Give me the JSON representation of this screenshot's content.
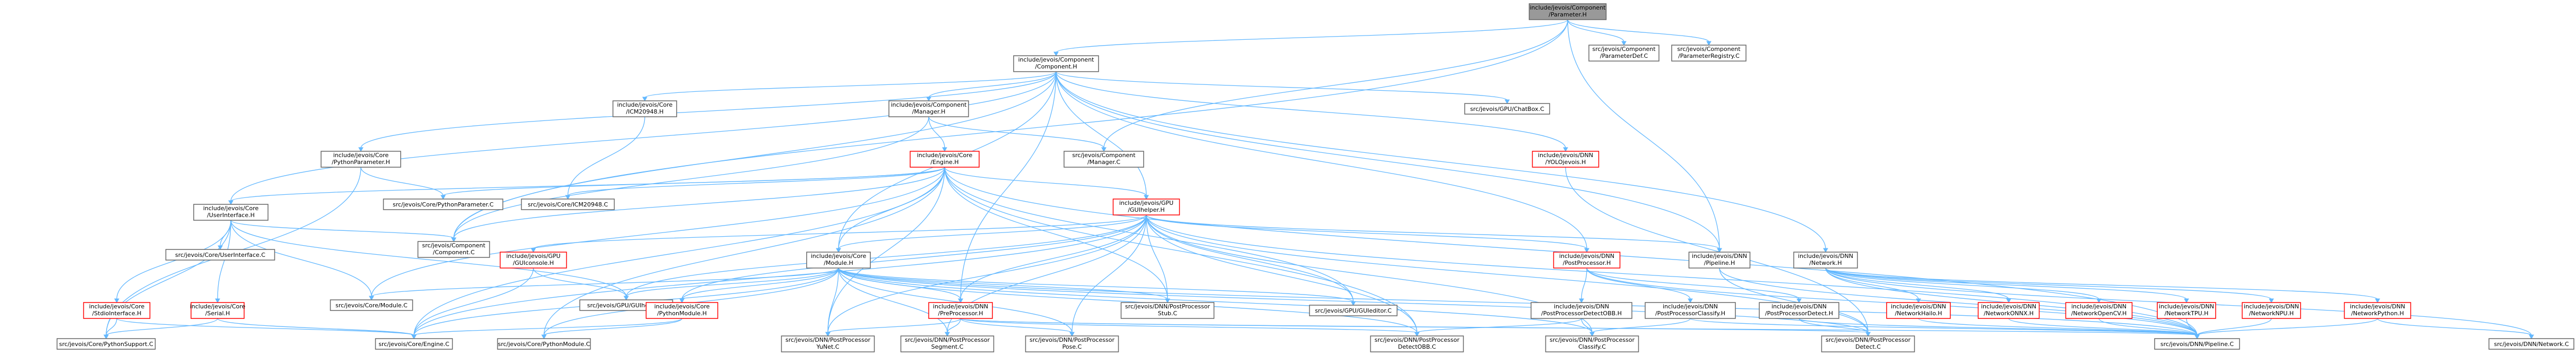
{
  "nodes": [
    {
      "id": "param",
      "lines": [
        "include/jevois/Component",
        "/Parameter.H"
      ],
      "style": "root"
    },
    {
      "id": "paramdef",
      "lines": [
        "src/jevois/Component",
        "/ParameterDef.C"
      ],
      "style": "normal"
    },
    {
      "id": "paramreg",
      "lines": [
        "src/jevois/Component",
        "/ParameterRegistry.C"
      ],
      "style": "normal"
    },
    {
      "id": "component",
      "lines": [
        "include/jevois/Component",
        "/Component.H"
      ],
      "style": "normal"
    },
    {
      "id": "icm",
      "lines": [
        "include/jevois/Core",
        "/ICM20948.H"
      ],
      "style": "normal"
    },
    {
      "id": "manager",
      "lines": [
        "include/jevois/Component",
        "/Manager.H"
      ],
      "style": "normal"
    },
    {
      "id": "chatbox",
      "lines": [
        "src/jevois/GPU/ChatBox.C"
      ],
      "style": "normal"
    },
    {
      "id": "yolo",
      "lines": [
        "include/jevois/DNN",
        "/YOLOjevois.H"
      ],
      "style": "red"
    },
    {
      "id": "network",
      "lines": [
        "include/jevois/DNN",
        "/Network.H"
      ],
      "style": "normal"
    },
    {
      "id": "pyparam",
      "lines": [
        "include/jevois/Core",
        "/PythonParameter.H"
      ],
      "style": "normal"
    },
    {
      "id": "engine",
      "lines": [
        "include/jevois/Core",
        "/Engine.H"
      ],
      "style": "red"
    },
    {
      "id": "managerc",
      "lines": [
        "src/jevois/Component",
        "/Manager.C"
      ],
      "style": "normal"
    },
    {
      "id": "pyparamc",
      "lines": [
        "src/jevois/Core/PythonParameter.C"
      ],
      "style": "normal"
    },
    {
      "id": "icmc",
      "lines": [
        "src/jevois/Core/ICM20948.C"
      ],
      "style": "normal"
    },
    {
      "id": "userif",
      "lines": [
        "include/jevois/Core",
        "/UserInterface.H"
      ],
      "style": "normal"
    },
    {
      "id": "userifc",
      "lines": [
        "src/jevois/Core/UserInterface.C"
      ],
      "style": "normal"
    },
    {
      "id": "componentc",
      "lines": [
        "src/jevois/Component",
        "/Component.C"
      ],
      "style": "normal"
    },
    {
      "id": "guihelper",
      "lines": [
        "include/jevois/GPU",
        "/GUIhelper.H"
      ],
      "style": "red"
    },
    {
      "id": "guiconsole",
      "lines": [
        "include/jevois/GPU",
        "/GUIconsole.H"
      ],
      "style": "red"
    },
    {
      "id": "module",
      "lines": [
        "include/jevois/Core",
        "/Module.H"
      ],
      "style": "normal"
    },
    {
      "id": "postproc",
      "lines": [
        "include/jevois/DNN",
        "/PostProcessor.H"
      ],
      "style": "red"
    },
    {
      "id": "pipelineh",
      "lines": [
        "include/jevois/DNN",
        "/Pipeline.H"
      ],
      "style": "normal"
    },
    {
      "id": "stdioif",
      "lines": [
        "include/jevois/Core",
        "/StdioInterface.H"
      ],
      "style": "red"
    },
    {
      "id": "serial",
      "lines": [
        "include/jevois/Core",
        "/Serial.H"
      ],
      "style": "red"
    },
    {
      "id": "modulec",
      "lines": [
        "src/jevois/Core/Module.C"
      ],
      "style": "normal"
    },
    {
      "id": "guihelperc",
      "lines": [
        "src/jevois/GPU/GUIhelper.C"
      ],
      "style": "normal"
    },
    {
      "id": "pymodule",
      "lines": [
        "include/jevois/Core",
        "/PythonModule.H"
      ],
      "style": "red"
    },
    {
      "id": "preproc",
      "lines": [
        "include/jevois/DNN",
        "/PreProcessor.H"
      ],
      "style": "red"
    },
    {
      "id": "stub",
      "lines": [
        "src/jevois/DNN/PostProcessor",
        "Stub.C"
      ],
      "style": "normal"
    },
    {
      "id": "guieditor",
      "lines": [
        "src/jevois/GPU/GUIeditor.C"
      ],
      "style": "normal"
    },
    {
      "id": "ppdobb",
      "lines": [
        "include/jevois/DNN",
        "/PostProcessorDetectOBB.H"
      ],
      "style": "normal"
    },
    {
      "id": "ppclassify",
      "lines": [
        "include/jevois/DNN",
        "/PostProcessorClassify.H"
      ],
      "style": "normal"
    },
    {
      "id": "ppdetect",
      "lines": [
        "include/jevois/DNN",
        "/PostProcessorDetect.H"
      ],
      "style": "normal"
    },
    {
      "id": "nethailo",
      "lines": [
        "include/jevois/DNN",
        "/NetworkHailo.H"
      ],
      "style": "red"
    },
    {
      "id": "netonnx",
      "lines": [
        "include/jevois/DNN",
        "/NetworkONNX.H"
      ],
      "style": "red"
    },
    {
      "id": "netopencv",
      "lines": [
        "include/jevois/DNN",
        "/NetworkOpenCV.H"
      ],
      "style": "red"
    },
    {
      "id": "nettpu",
      "lines": [
        "include/jevois/DNN",
        "/NetworkTPU.H"
      ],
      "style": "red"
    },
    {
      "id": "netnpu",
      "lines": [
        "include/jevois/DNN",
        "/NetworkNPU.H"
      ],
      "style": "red"
    },
    {
      "id": "netpy",
      "lines": [
        "include/jevois/DNN",
        "/NetworkPython.H"
      ],
      "style": "red"
    },
    {
      "id": "pysupport",
      "lines": [
        "src/jevois/Core/PythonSupport.C"
      ],
      "style": "normal"
    },
    {
      "id": "enginec",
      "lines": [
        "src/jevois/Core/Engine.C"
      ],
      "style": "normal"
    },
    {
      "id": "pymodulec",
      "lines": [
        "src/jevois/Core/PythonModule.C"
      ],
      "style": "normal"
    },
    {
      "id": "yunet",
      "lines": [
        "src/jevois/DNN/PostProcessor",
        "YuNet.C"
      ],
      "style": "normal"
    },
    {
      "id": "segment",
      "lines": [
        "src/jevois/DNN/PostProcessor",
        "Segment.C"
      ],
      "style": "normal"
    },
    {
      "id": "pose",
      "lines": [
        "src/jevois/DNN/PostProcessor",
        "Pose.C"
      ],
      "style": "normal"
    },
    {
      "id": "detectobbc",
      "lines": [
        "src/jevois/DNN/PostProcessor",
        "DetectOBB.C"
      ],
      "style": "normal"
    },
    {
      "id": "classifyc",
      "lines": [
        "src/jevois/DNN/PostProcessor",
        "Classify.C"
      ],
      "style": "normal"
    },
    {
      "id": "detectc",
      "lines": [
        "src/jevois/DNN/PostProcessor",
        "Detect.C"
      ],
      "style": "normal"
    },
    {
      "id": "pipelinec",
      "lines": [
        "src/jevois/DNN/Pipeline.C"
      ],
      "style": "normal"
    },
    {
      "id": "networkc",
      "lines": [
        "src/jevois/DNN/Network.C"
      ],
      "style": "normal"
    }
  ],
  "edges": [
    [
      "param",
      "component"
    ],
    [
      "param",
      "paramdef"
    ],
    [
      "param",
      "paramreg"
    ],
    [
      "param",
      "pipelineh"
    ],
    [
      "param",
      "managerc"
    ],
    [
      "param",
      "componentc"
    ],
    [
      "component",
      "icm"
    ],
    [
      "component",
      "manager"
    ],
    [
      "component",
      "chatbox"
    ],
    [
      "component",
      "yolo"
    ],
    [
      "component",
      "network"
    ],
    [
      "component",
      "pyparam"
    ],
    [
      "component",
      "userif"
    ],
    [
      "component",
      "module"
    ],
    [
      "component",
      "guihelper"
    ],
    [
      "component",
      "postproc"
    ],
    [
      "component",
      "preproc"
    ],
    [
      "component",
      "componentc"
    ],
    [
      "component",
      "pipelineh"
    ],
    [
      "icm",
      "icmc"
    ],
    [
      "manager",
      "engine"
    ],
    [
      "manager",
      "managerc"
    ],
    [
      "manager",
      "componentc"
    ],
    [
      "pyparam",
      "pyparamc"
    ],
    [
      "pyparam",
      "pysupport"
    ],
    [
      "yolo",
      "detectc"
    ],
    [
      "engine",
      "userif"
    ],
    [
      "engine",
      "componentc"
    ],
    [
      "engine",
      "guihelper"
    ],
    [
      "engine",
      "module"
    ],
    [
      "engine",
      "icmc"
    ],
    [
      "engine",
      "pyparamc"
    ],
    [
      "engine",
      "enginec"
    ],
    [
      "engine",
      "pipelinec"
    ],
    [
      "engine",
      "guieditor"
    ],
    [
      "engine",
      "stub"
    ],
    [
      "engine",
      "yunet"
    ],
    [
      "engine",
      "detectobbc"
    ],
    [
      "engine",
      "pymodulec"
    ],
    [
      "engine",
      "modulec"
    ],
    [
      "userif",
      "userifc"
    ],
    [
      "userif",
      "stdioif"
    ],
    [
      "userif",
      "serial"
    ],
    [
      "userif",
      "modulec"
    ],
    [
      "userif",
      "guihelperc"
    ],
    [
      "userif",
      "pysupport"
    ],
    [
      "userif",
      "componentc"
    ],
    [
      "guiconsole",
      "guihelperc"
    ],
    [
      "guiconsole",
      "enginec"
    ],
    [
      "guihelper",
      "guiconsole"
    ],
    [
      "guihelper",
      "module"
    ],
    [
      "guihelper",
      "postproc"
    ],
    [
      "guihelper",
      "pipelineh"
    ],
    [
      "guihelper",
      "guieditor"
    ],
    [
      "guihelper",
      "stub"
    ],
    [
      "guihelper",
      "preproc"
    ],
    [
      "guihelper",
      "pymodule"
    ],
    [
      "guihelper",
      "yunet"
    ],
    [
      "guihelper",
      "segment"
    ],
    [
      "guihelper",
      "pose"
    ],
    [
      "guihelper",
      "detectobbc"
    ],
    [
      "guihelper",
      "classifyc"
    ],
    [
      "guihelper",
      "detectc"
    ],
    [
      "guihelper",
      "pipelinec"
    ],
    [
      "guihelper",
      "guihelperc"
    ],
    [
      "guihelper",
      "enginec"
    ],
    [
      "module",
      "modulec"
    ],
    [
      "module",
      "guihelperc"
    ],
    [
      "module",
      "pymodule"
    ],
    [
      "module",
      "preproc"
    ],
    [
      "module",
      "stub"
    ],
    [
      "module",
      "guieditor"
    ],
    [
      "module",
      "enginec"
    ],
    [
      "module",
      "pymodulec"
    ],
    [
      "module",
      "yunet"
    ],
    [
      "module",
      "segment"
    ],
    [
      "module",
      "pose"
    ],
    [
      "module",
      "detectobbc"
    ],
    [
      "module",
      "classifyc"
    ],
    [
      "module",
      "detectc"
    ],
    [
      "module",
      "pipelinec"
    ],
    [
      "postproc",
      "ppdobb"
    ],
    [
      "postproc",
      "ppclassify"
    ],
    [
      "postproc",
      "ppdetect"
    ],
    [
      "postproc",
      "pipelinec"
    ],
    [
      "pipelineh",
      "pipelinec"
    ],
    [
      "pipelineh",
      "detectc"
    ],
    [
      "stdioif",
      "enginec"
    ],
    [
      "stdioif",
      "pysupport"
    ],
    [
      "serial",
      "enginec"
    ],
    [
      "serial",
      "pysupport"
    ],
    [
      "pymodule",
      "pymodulec"
    ],
    [
      "pymodule",
      "enginec"
    ],
    [
      "preproc",
      "yunet"
    ],
    [
      "preproc",
      "segment"
    ],
    [
      "preproc",
      "pose"
    ],
    [
      "preproc",
      "detectobbc"
    ],
    [
      "preproc",
      "detectc"
    ],
    [
      "preproc",
      "pipelinec"
    ],
    [
      "ppdobb",
      "detectobbc"
    ],
    [
      "ppdobb",
      "classifyc"
    ],
    [
      "ppclassify",
      "classifyc"
    ],
    [
      "ppclassify",
      "pipelinec"
    ],
    [
      "ppdetect",
      "detectc"
    ],
    [
      "ppdetect",
      "pipelinec"
    ],
    [
      "network",
      "nethailo"
    ],
    [
      "network",
      "netonnx"
    ],
    [
      "network",
      "netopencv"
    ],
    [
      "network",
      "nettpu"
    ],
    [
      "network",
      "netnpu"
    ],
    [
      "network",
      "netpy"
    ],
    [
      "network",
      "networkc"
    ],
    [
      "network",
      "pipelinec"
    ],
    [
      "nethailo",
      "pipelinec"
    ],
    [
      "netonnx",
      "pipelinec"
    ],
    [
      "netopencv",
      "pipelinec"
    ],
    [
      "nettpu",
      "pipelinec"
    ],
    [
      "netnpu",
      "pipelinec"
    ],
    [
      "netpy",
      "pipelinec"
    ],
    [
      "netpy",
      "networkc"
    ]
  ]
}
